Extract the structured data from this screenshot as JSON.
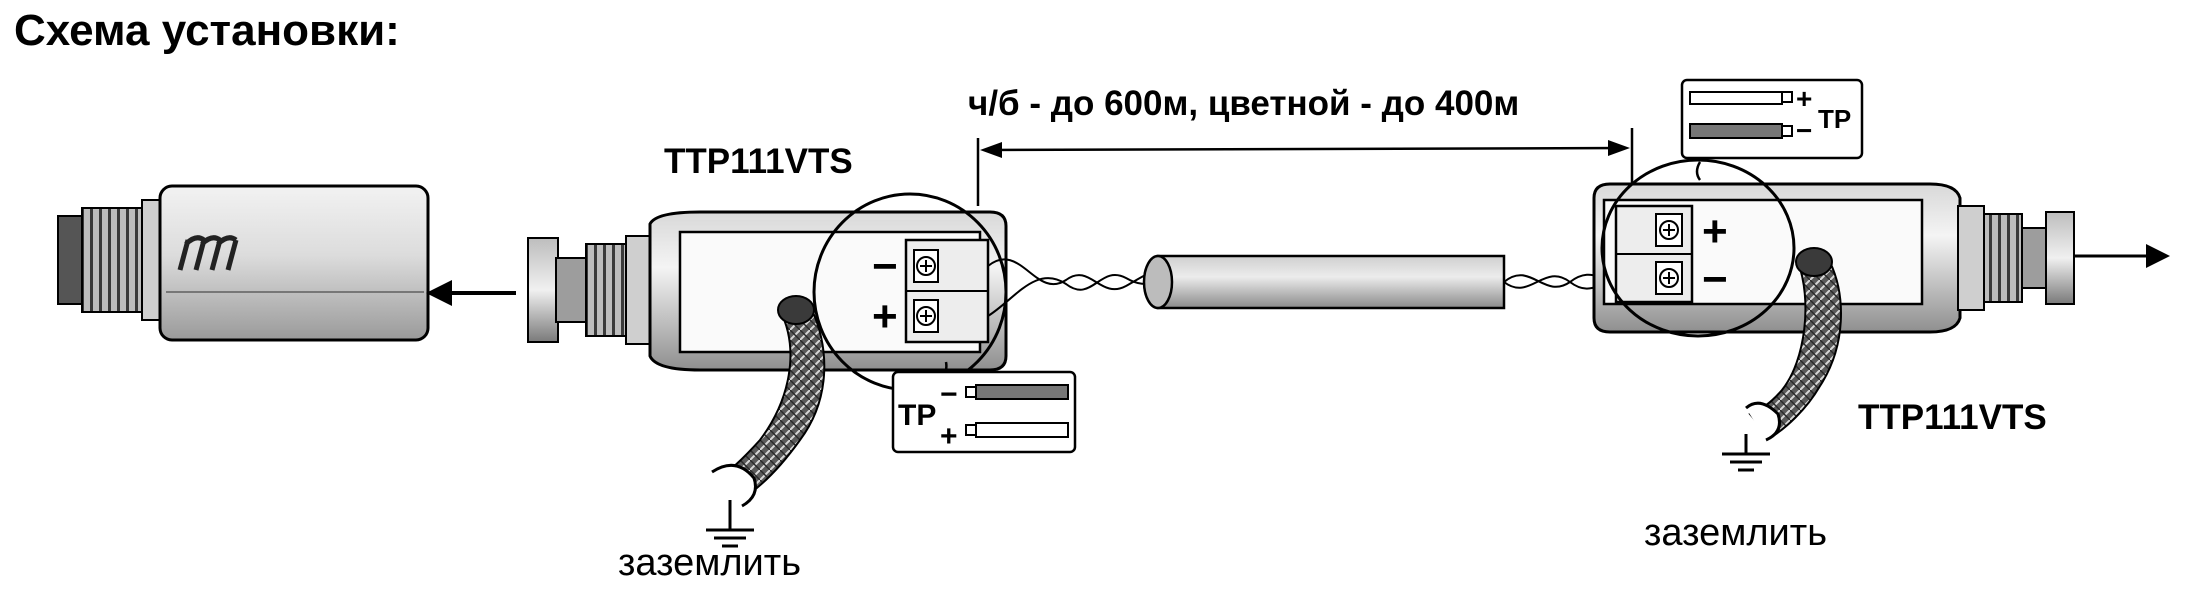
{
  "title": "Схема установки:",
  "distance_label": "ч/б - до 600м, цветной - до 400м",
  "transceiver_left": {
    "model": "TTP111VTS",
    "ground_label": "заземлить"
  },
  "transceiver_right": {
    "model": "TTP111VTS",
    "ground_label": "заземлить"
  },
  "terminal_box": {
    "tp_label": "TP",
    "plus": "+",
    "minus": "−"
  },
  "terminal_signs": {
    "plus": "+",
    "minus": "−"
  }
}
